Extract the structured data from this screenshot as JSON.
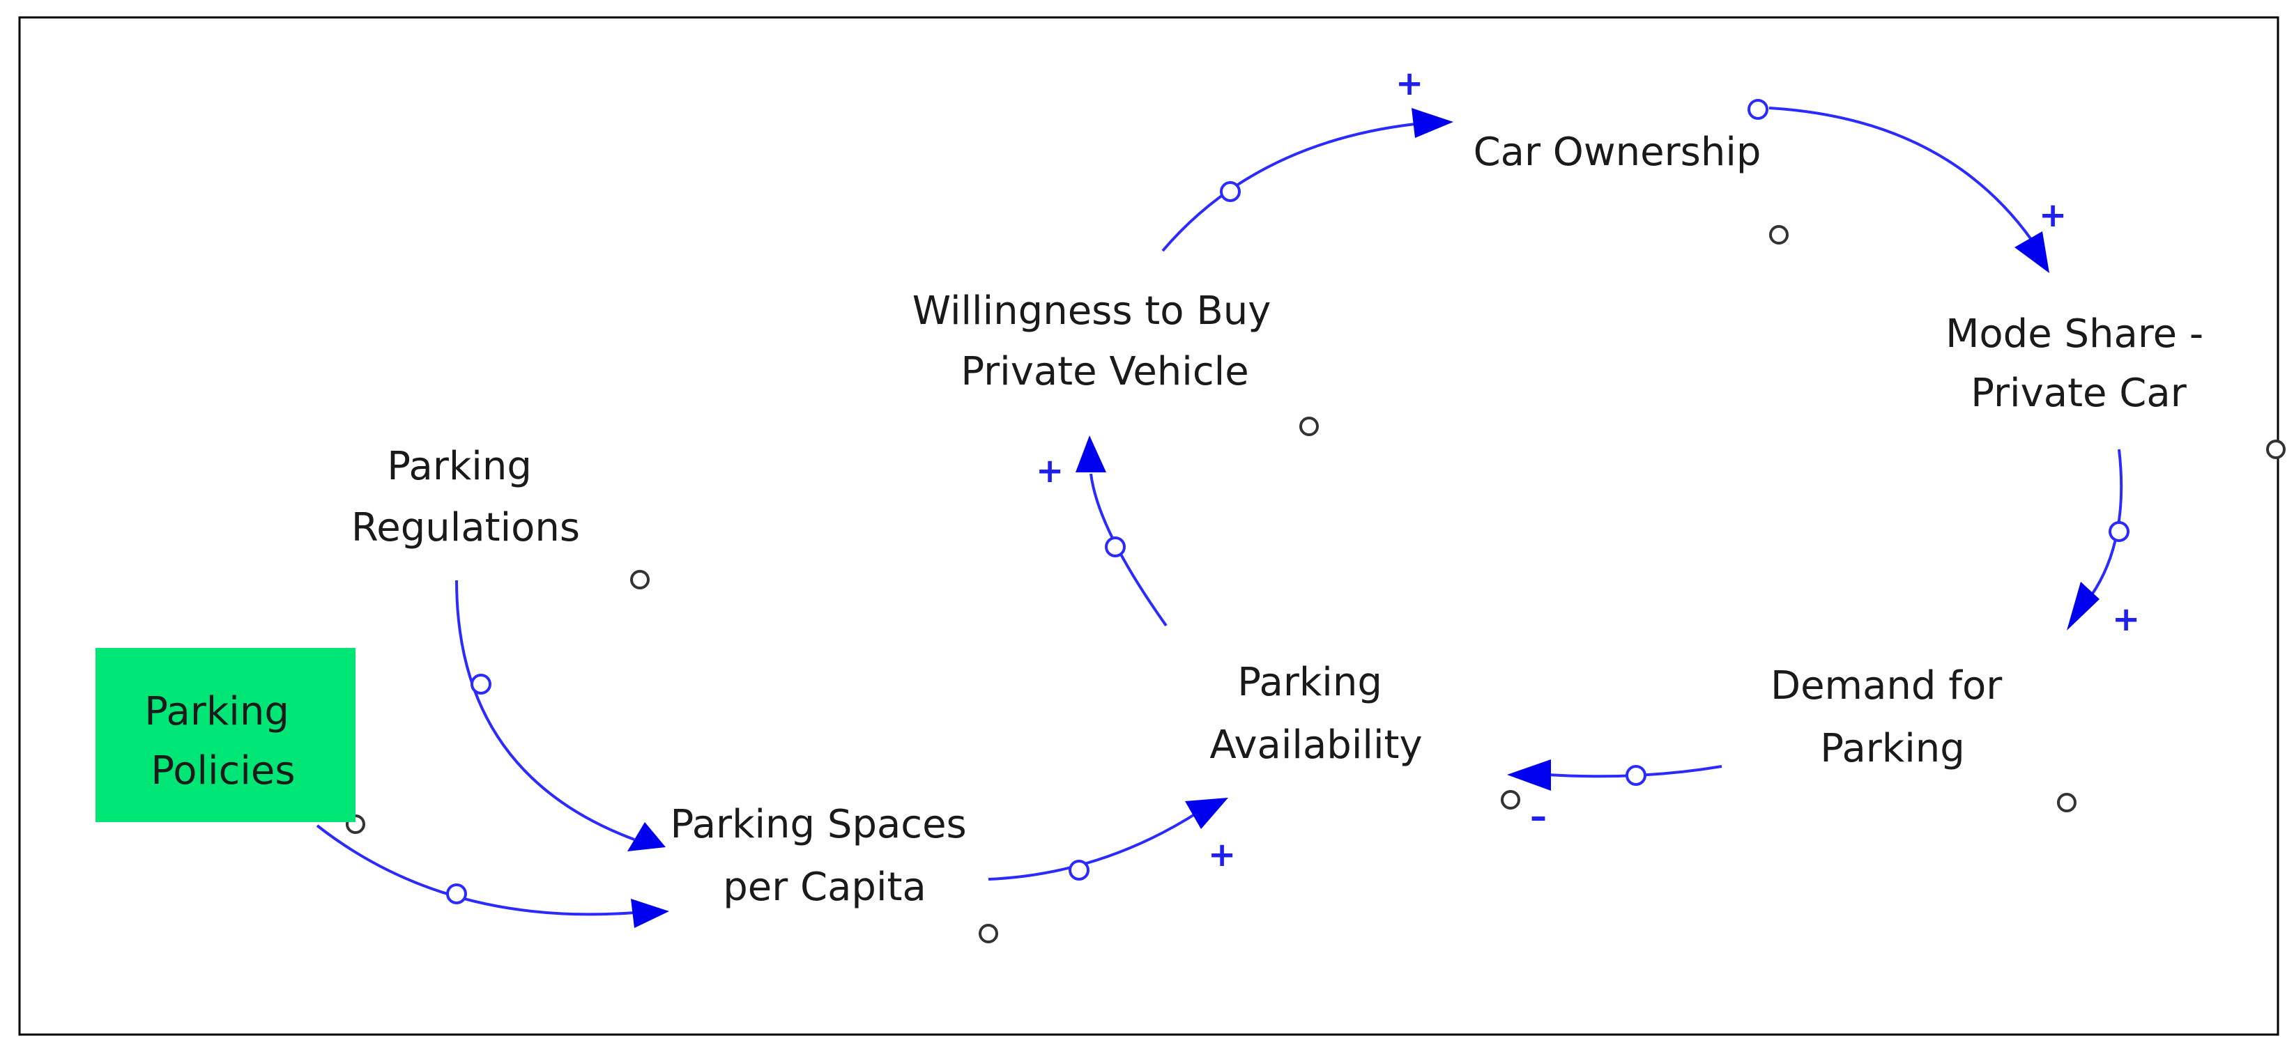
{
  "diagram": {
    "type": "causal-loop-diagram",
    "colors": {
      "link": "#2b2bff",
      "arrowhead": "#0000ee",
      "polarity": "#2020ee",
      "policy_fill": "#00e676",
      "text": "#1a1a1a"
    },
    "nodes": {
      "parking_policies": {
        "lines": [
          "Parking",
          "Policies"
        ]
      },
      "parking_regulations": {
        "lines": [
          "Parking",
          "Regulations"
        ]
      },
      "parking_spaces": {
        "lines": [
          "Parking Spaces",
          "per Capita"
        ]
      },
      "parking_availability": {
        "lines": [
          "Parking",
          "Availability"
        ]
      },
      "willingness": {
        "lines": [
          "Willingness to Buy",
          "Private Vehicle"
        ]
      },
      "car_ownership": {
        "lines": [
          "Car Ownership"
        ]
      },
      "mode_share": {
        "lines": [
          "Mode Share -",
          "Private Car"
        ]
      },
      "demand_parking": {
        "lines": [
          "Demand for",
          "Parking"
        ]
      }
    },
    "links": [
      {
        "from": "Parking Policies",
        "to": "Parking Spaces per Capita",
        "polarity": ""
      },
      {
        "from": "Parking Regulations",
        "to": "Parking Spaces per Capita",
        "polarity": ""
      },
      {
        "from": "Parking Spaces per Capita",
        "to": "Parking Availability",
        "polarity": "+"
      },
      {
        "from": "Parking Availability",
        "to": "Willingness to Buy Private Vehicle",
        "polarity": "+"
      },
      {
        "from": "Willingness to Buy Private Vehicle",
        "to": "Car Ownership",
        "polarity": "+"
      },
      {
        "from": "Car Ownership",
        "to": "Mode Share - Private Car",
        "polarity": "+"
      },
      {
        "from": "Mode Share - Private Car",
        "to": "Demand for Parking",
        "polarity": "+"
      },
      {
        "from": "Demand for Parking",
        "to": "Parking Availability",
        "polarity": "–"
      }
    ]
  }
}
